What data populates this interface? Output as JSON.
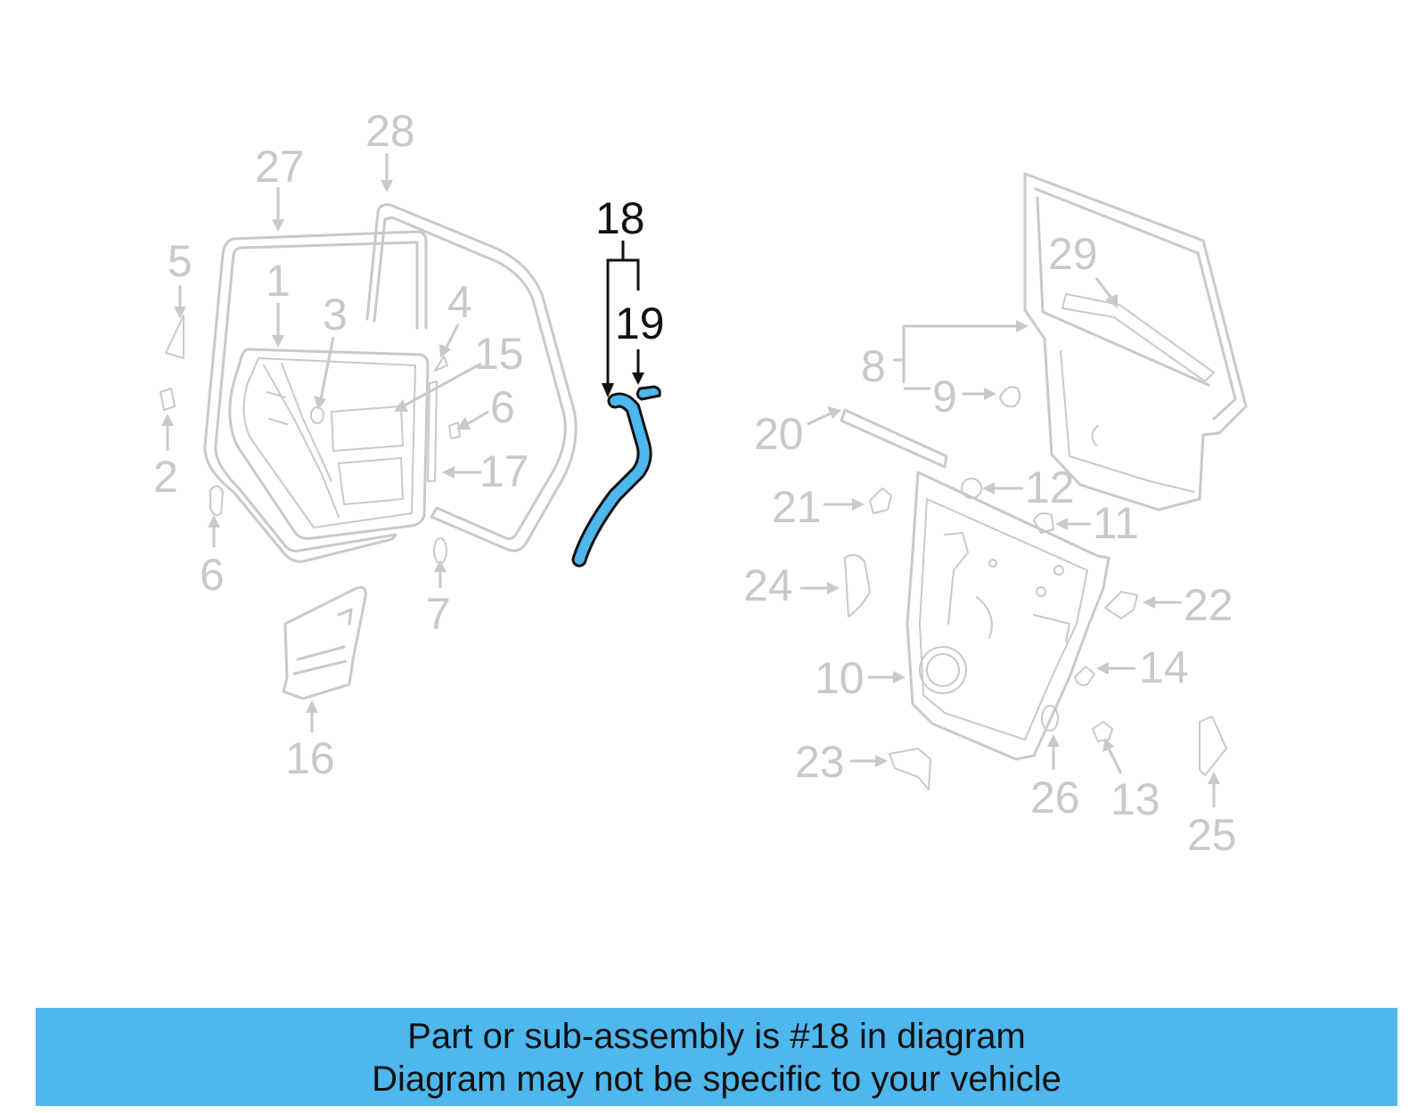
{
  "diagram": {
    "highlight_color": "#4db7ee",
    "muted_color": "#c9c9c9",
    "active_color": "#111111",
    "highlighted_part": "18",
    "callouts": {
      "c1": "1",
      "c2": "2",
      "c3": "3",
      "c4": "4",
      "c5": "5",
      "c6a": "6",
      "c6b": "6",
      "c7": "7",
      "c8": "8",
      "c9": "9",
      "c10": "10",
      "c11": "11",
      "c12": "12",
      "c13": "13",
      "c14": "14",
      "c15": "15",
      "c16": "16",
      "c17": "17",
      "c18": "18",
      "c19": "19",
      "c20": "20",
      "c21": "21",
      "c22": "22",
      "c23": "23",
      "c24": "24",
      "c25": "25",
      "c26": "26",
      "c27": "27",
      "c28": "28",
      "c29": "29"
    }
  },
  "banner": {
    "line1": "Part or sub-assembly is #18 in diagram",
    "line2": "Diagram may not be specific to your vehicle",
    "background": "#4db7ee"
  }
}
